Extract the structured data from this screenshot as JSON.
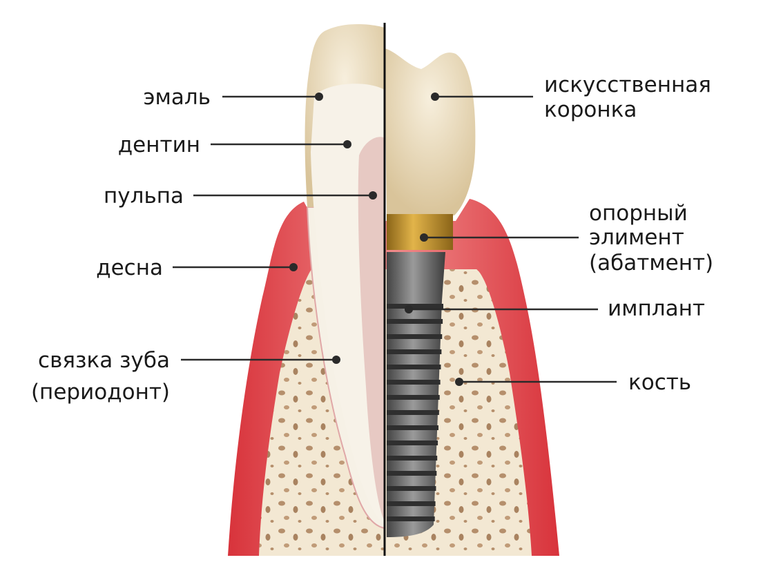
{
  "labels_left": {
    "enamel": "эмаль",
    "dentin": "дентин",
    "pulp": "пульпа",
    "gum": "десна",
    "ligament_line1": "связка зуба",
    "ligament_line2": "(периодонт)"
  },
  "labels_right": {
    "crown_line1": "искусственная",
    "crown_line2": "коронка",
    "abutment_line1": "опорный",
    "abutment_line2": "элимент",
    "abutment_line3": "(абатмент)",
    "implant": "имплант",
    "bone": "кость"
  },
  "colors": {
    "gum": "#e0474c",
    "bone": "#f3e8d3",
    "enamel": "#e9dcc0",
    "dentin": "#f6f1e6",
    "pulp": "#e7c9c3",
    "abutment": "#c99a2e",
    "implant": "#6f6f6f"
  }
}
